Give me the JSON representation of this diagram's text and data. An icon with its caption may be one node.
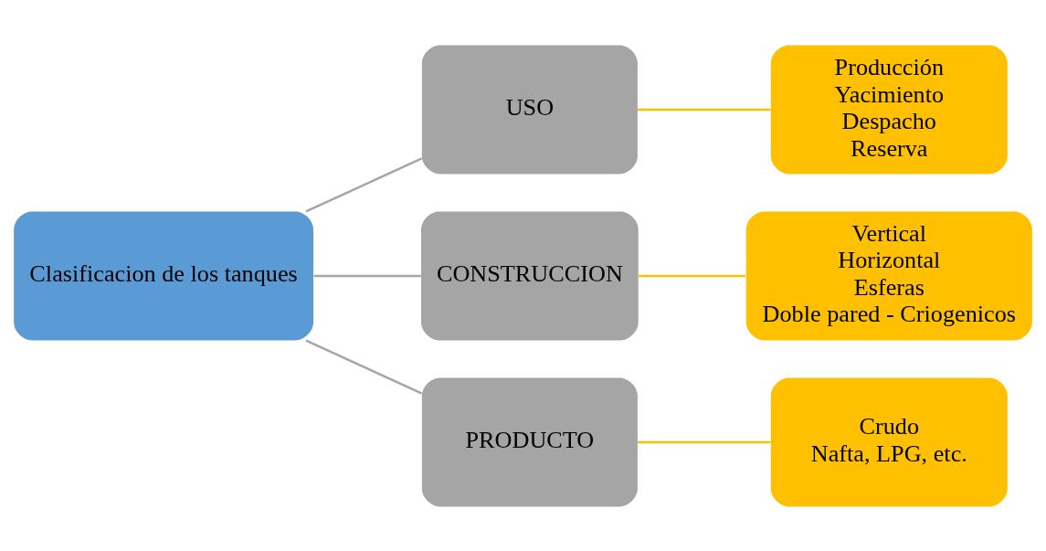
{
  "diagram": {
    "nodes": [
      {
        "text": [
          "Clasificacion de los tanques"
        ]
      },
      {
        "text": [
          "USO"
        ]
      },
      {
        "text": [
          "CONSTRUCCION"
        ]
      },
      {
        "text": [
          "PRODUCTO"
        ]
      },
      {
        "text": [
          "Producción",
          "Yacimiento",
          "Despacho",
          "Reserva"
        ]
      },
      {
        "text": [
          "Vertical",
          "Horizontal",
          "Esferas",
          "Doble pared - Criogenicos"
        ]
      },
      {
        "text": [
          "Crudo",
          "Nafta, LPG, etc."
        ]
      }
    ],
    "edges": [
      {
        "from": 0,
        "to": 1,
        "arrow": "none"
      },
      {
        "from": 0,
        "to": 2,
        "arrow": "none"
      },
      {
        "from": 0,
        "to": 3,
        "arrow": "none"
      },
      {
        "from": 1,
        "to": 4,
        "arrow": "none",
        "color": "#ffc000"
      },
      {
        "from": 2,
        "to": 5,
        "arrow": "none",
        "color": "#ffc000"
      },
      {
        "from": 3,
        "to": 6,
        "arrow": "none",
        "color": "#ffc000"
      }
    ]
  }
}
